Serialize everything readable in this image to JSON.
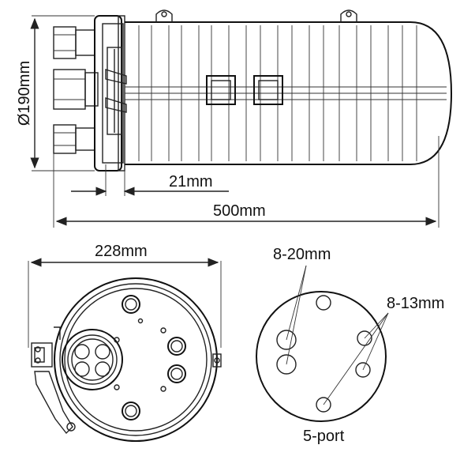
{
  "dimensions": {
    "diameter": "Ø190mm",
    "flange": "21mm",
    "length": "500mm",
    "base_width": "228mm"
  },
  "port_labels": {
    "large_ports": "8-20mm",
    "small_ports": "8-13mm",
    "port_count": "5-port"
  },
  "colors": {
    "line": "#222222",
    "background": "#ffffff"
  }
}
